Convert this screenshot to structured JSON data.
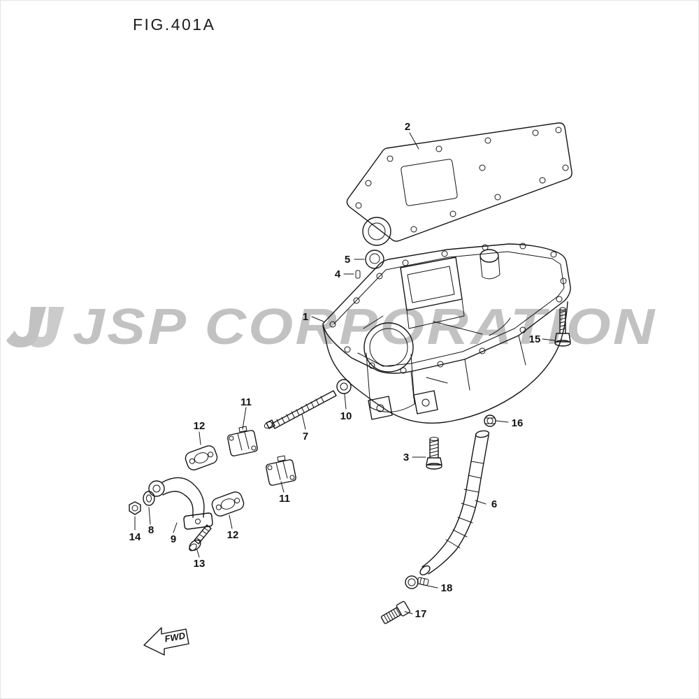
{
  "figure": {
    "title": "FIG.401A"
  },
  "watermark": {
    "text": "JSP CORPORATION"
  },
  "colors": {
    "line": "#151515",
    "watermark": "#aeaeae"
  },
  "diagram": {
    "fwd_label": "FWD",
    "callouts": {
      "c1": "1",
      "c2": "2",
      "c3": "3",
      "c4": "4",
      "c5": "5",
      "c6": "6",
      "c7": "7",
      "c8": "8",
      "c9": "9",
      "c10": "10",
      "c11a": "11",
      "c11b": "11",
      "c12a": "12",
      "c12b": "12",
      "c13": "13",
      "c14": "14",
      "c15": "15",
      "c16": "16",
      "c17": "17",
      "c18": "18"
    }
  }
}
